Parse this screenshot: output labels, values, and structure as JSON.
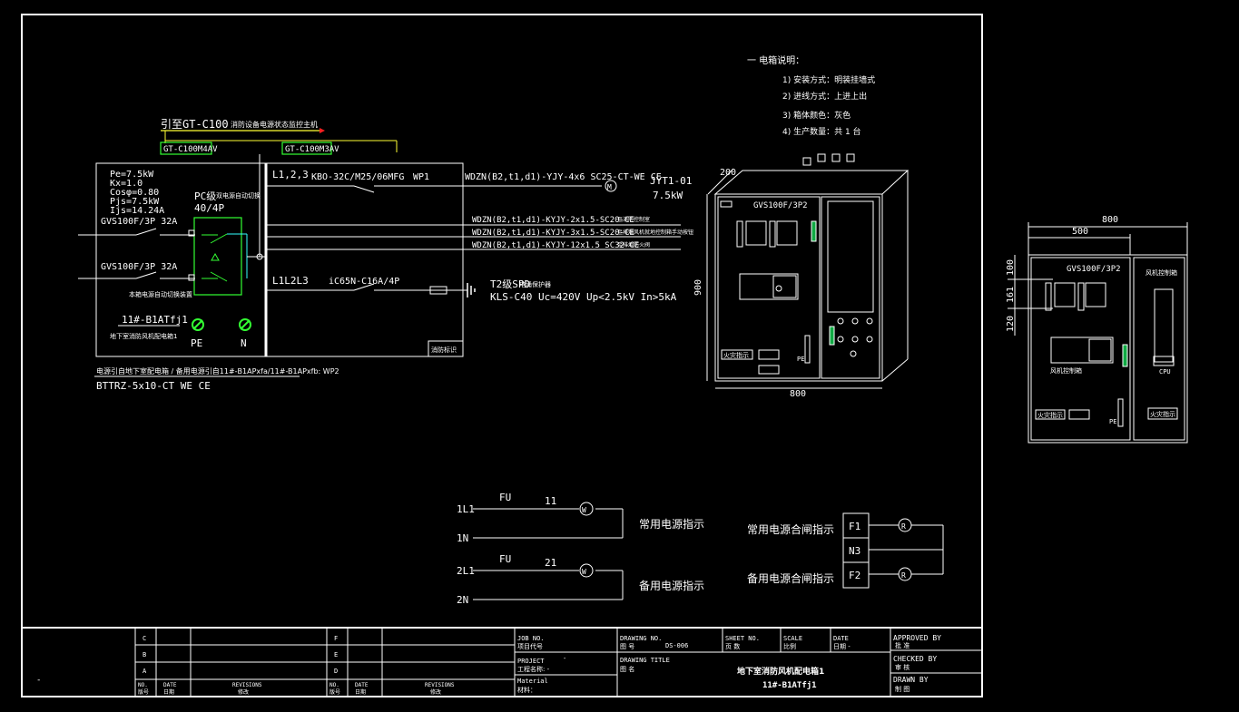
{
  "notes": {
    "title": "一  电箱说明：",
    "items": [
      "1) 安装方式：明装挂墙式",
      "2) 进线方式：上进上出",
      "3) 箱体颜色：灰色",
      "4) 生产数量：共 1 台"
    ]
  },
  "source": {
    "from_label": "引至GT-C100",
    "from_desc": "消防设备电源状态监控主机",
    "module1": "GT-C100M4AV",
    "module2": "GT-C100M3AV"
  },
  "params": {
    "pe": "Pe=7.5kW",
    "kx": "Kx=1.0",
    "cos": "Cosφ=0.80",
    "pjs": "Pjs=7.5kW",
    "ijs": "Ijs=14.24A",
    "breaker1": "GVS100F/3P  32A",
    "breaker2": "GVS100F/3P  32A",
    "breaker_note": "本箱电源自动切换装置",
    "ats_label": "PC级",
    "ats_sub": "双电源自动切换",
    "ats_rating": "40/4P",
    "box_id": "11#-B1ATfj1",
    "box_desc": "地下室消防风机配电箱1",
    "pe_label": "PE",
    "n_label": "N",
    "cabinet_note": "消防标识",
    "incoming_note": "电源引自地下室配电箱 / 备用电源引自11#-B1APxfa/11#-B1APxfb: WP2",
    "incoming_cable": "BTTRZ-5x10-CT WE CE"
  },
  "circuits": {
    "bus1": "L1,2,3",
    "bus2": "L1L2L3",
    "kbo": "KBO-32C/M25/06MFG",
    "wp1": "WP1",
    "feeder_cable": "WDZN(B2,t1,d1)-YJY-4x6 SC25-CT-WE CE",
    "motor_id": "JYT1-01",
    "motor_power": "7.5kW",
    "control_cables": [
      {
        "cable": "WDZN(B2,t1,d1)-KYJY-2x1.5-SC20-CE",
        "note": "至消防控制室"
      },
      {
        "cable": "WDZN(B2,t1,d1)-KYJY-3x1.5-SC20-CE",
        "note": "至排烟风机就地控制箱手动按钮"
      },
      {
        "cable": "WDZN(B2,t1,d1)-KYJY-12x1.5 SC32-CE",
        "note": "至排烟防火阀"
      }
    ],
    "spd_breaker": "iC65N-C16A/4P",
    "spd_label": "T2级SPD",
    "spd_sub": "电涌保护器",
    "spd_spec": "KLS-C40   Uc=420V Up<2.5kV In>5kA"
  },
  "front_view": {
    "dim_200": "200",
    "dim_900": "900",
    "dim_800": "800",
    "breaker": "GVS100F/3P2",
    "fire_label": "火灾指示",
    "pe_label": "PE"
  },
  "side_view": {
    "dim_800": "800",
    "dim_500": "500",
    "dim_100": "100",
    "dim_161": "161",
    "dim_120": "120",
    "breaker": "GVS100F/3P2",
    "panel_label": "风机控制箱",
    "fire_label": "火灾指示",
    "fire_label2": "火灾指示",
    "pe_label": "PE",
    "cpu_label": "CPU"
  },
  "indicators": {
    "line1_a": "1L1",
    "line1_b": "1N",
    "line2_a": "2L1",
    "line2_b": "2N",
    "fu1": "FU",
    "fu2": "FU",
    "n11": "11",
    "n21": "21",
    "w": "W",
    "normal_label": "常用电源指示",
    "backup_label": "备用电源指示",
    "normal_close": "常用电源合闸指示",
    "backup_close": "备用电源合闸指示",
    "f1": "F1",
    "n3": "N3",
    "f2": "F2",
    "r": "R"
  },
  "title_block": {
    "rev_letters": [
      "C",
      "B",
      "A"
    ],
    "rev_letters_right": [
      "F",
      "E",
      "D"
    ],
    "no_label": "NO.",
    "no_cn": "版号",
    "date_label": "DATE",
    "date_cn": "日期",
    "rev_label": "REVISIONS",
    "rev_cn": "修改",
    "job_no": "JOB NO.",
    "job_cn": "项目代号",
    "project": "PROJECT",
    "project_cn": "工程名称: -",
    "project_dash": "-",
    "material": "Material",
    "material_cn": "材料：",
    "drawing_no": "DRAWING NO.",
    "drawing_no_cn": "图  号",
    "drawing_no_val": "DS-006",
    "sheet_no": "SHEET NO.",
    "sheet_cn": "页 数",
    "scale": "SCALE",
    "scale_cn": "比例",
    "date": "DATE",
    "date2_cn": "日期 -",
    "drawing_title": "DRAWING TITLE",
    "drawing_title_cn": "图  名",
    "title_main": "地下室消防风机配电箱1",
    "title_sub": "11#-B1ATfj1",
    "approved": "APPROVED BY",
    "approved_cn": "批  准",
    "checked": "CHECKED BY",
    "checked_cn": "审  核",
    "drawn": "DRAWN BY",
    "drawn_cn": "制  图",
    "left_dash": "-"
  },
  "colors": {
    "background": "#000000",
    "line": "#ffffff",
    "green": "#33ff33",
    "cyan": "#33ffff",
    "red": "#ff2020",
    "yellow": "#ffff33"
  }
}
